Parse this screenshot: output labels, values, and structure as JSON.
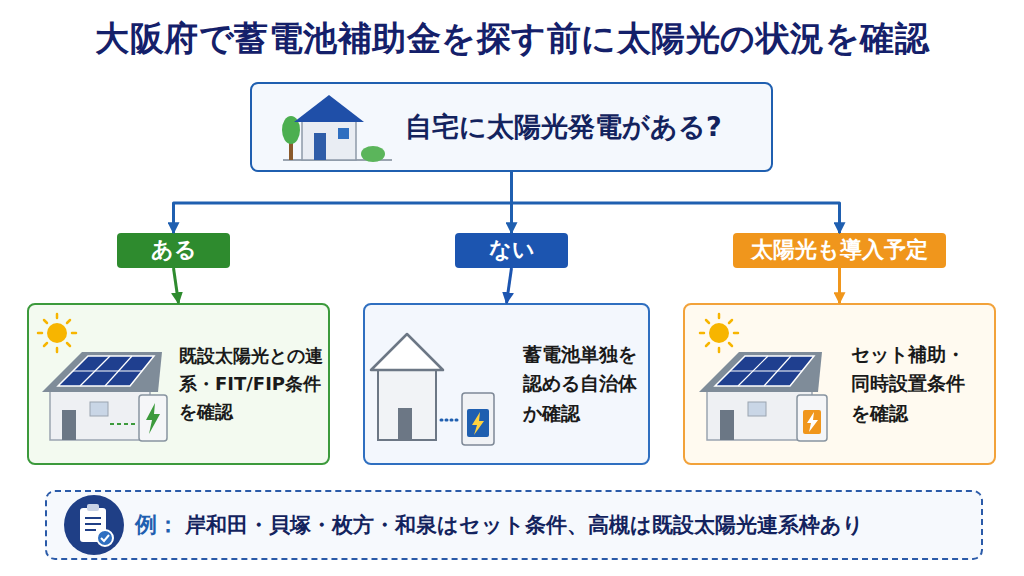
{
  "diagram": {
    "title": "大阪府で蓄電池補助金を探す前に太陽光の状況を確認",
    "nodes": [
      {
        "text": [
          "自宅に太陽光発電がある?"
        ]
      },
      {
        "text": [
          "ある"
        ]
      },
      {
        "text": [
          "ない"
        ]
      },
      {
        "text": [
          "太陽光も導入予定"
        ]
      },
      {
        "text": [
          "既設太陽光との連系・FIT/FIP条件を確認"
        ]
      },
      {
        "text": [
          "蓄電池単独を認める自治体か確認"
        ]
      },
      {
        "text": [
          "セット補助・同時設置条件を確認"
        ]
      },
      {
        "text": [
          "例：",
          "岸和田・貝塚・枚方・和泉はセット条件、高槻は既設太陽光連系枠あり"
        ]
      }
    ],
    "edges": [
      {
        "from": 0,
        "to": 1,
        "arrow": "to"
      },
      {
        "from": 0,
        "to": 2,
        "arrow": "to"
      },
      {
        "from": 0,
        "to": 3,
        "arrow": "to"
      },
      {
        "from": 1,
        "to": 4,
        "arrow": "to"
      },
      {
        "from": 2,
        "to": 5,
        "arrow": "to"
      },
      {
        "from": 3,
        "to": 6,
        "arrow": "to"
      }
    ]
  }
}
